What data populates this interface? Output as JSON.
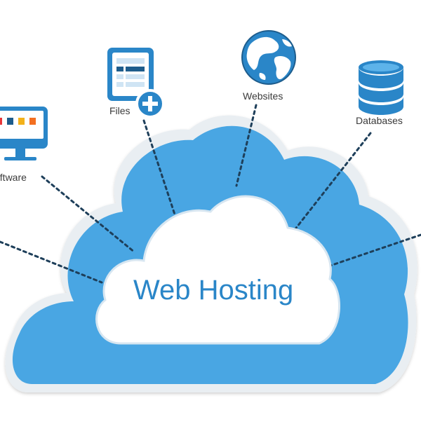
{
  "diagram": {
    "center_label": "Web Hosting",
    "nodes": [
      {
        "id": "software",
        "label": "oftware",
        "icon": "monitor-icon"
      },
      {
        "id": "files",
        "label": "Files",
        "icon": "files-add-icon"
      },
      {
        "id": "websites",
        "label": "Websites",
        "icon": "globe-icon"
      },
      {
        "id": "databases",
        "label": "Databases",
        "icon": "database-icon"
      }
    ],
    "colors": {
      "cloud_outer": "#4aa6e3",
      "cloud_inner": "#ffffff",
      "accent": "#2a86c8",
      "icon_dark": "#1d5c8c",
      "line": "#1e3f5a"
    }
  }
}
